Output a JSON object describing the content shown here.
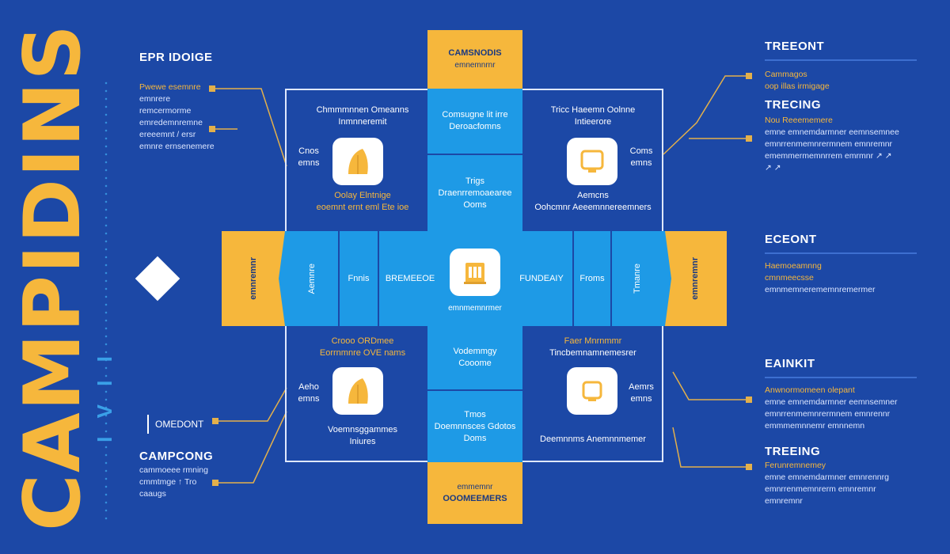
{
  "vertical_title": "CAMPIDINS",
  "vertical_sub": "I V I I",
  "left": {
    "top": {
      "heading": "EPR IDOIGE",
      "subtitle": "Pwewe esemnre",
      "lines": [
        "emnrere remcermorme",
        "emredemnremne",
        "ereeemnt / ersr",
        "emnre ernsenemere"
      ]
    },
    "bottom": {
      "tag": "OMEDONT",
      "heading": "CAMPCONG",
      "lines": [
        "cammoeee rmning",
        "cmmtmge ↑ Tro",
        "caaugs"
      ]
    }
  },
  "right": {
    "s1": {
      "heading": "TREEONT",
      "lines": [
        "Cammagos",
        "oop illas irmigage"
      ]
    },
    "s2": {
      "heading": "TRECING",
      "sub": "Nou Reeememere",
      "lines": [
        "emne emnemdarmner eemnsemnee",
        "emnrrenmemnrermnem emnremnr",
        "ememmermemnrrem emrmnr ↗ ↗",
        "↗ ↗"
      ]
    },
    "s3": {
      "heading": "ECEONT",
      "sub": "Haemoeamnng",
      "sub2": "cmnmeecsse",
      "lines": [
        "emnmemnerememnremermer"
      ]
    },
    "s4": {
      "heading": "EAINKIT",
      "sub": "Anwnormomeen olepant",
      "lines": [
        "emne emnemdarmner eemnsemner",
        "emnrrenmemnrermnem emnrennr",
        "emmmemnnemr emnnemn"
      ]
    },
    "s5": {
      "heading": "TREEING",
      "sub": "Ferunremnemey",
      "lines": [
        "emne emnemdarmner emnrennrg",
        "emnrrenmemnrerm emnremnr",
        "emnremnr"
      ]
    }
  },
  "center": {
    "top_tab": [
      "CAMSNODIS",
      "emnemnrnr"
    ],
    "bottom_tab": [
      "emmemnr",
      "OOOMEEMERS"
    ],
    "left_tab": "emnremnr",
    "right_tab": "emnremnr",
    "top_mid_1": [
      "Comsugne lit irre",
      "Deroacfomns"
    ],
    "top_mid_2": [
      "Trigs",
      "Draenrremoaearee",
      "Ooms"
    ],
    "bottom_mid_1": [
      "Vodemmgy",
      "Cooome"
    ],
    "bottom_mid_2": [
      "Tmos",
      "Doemnnsces Gdotos",
      "Doms"
    ],
    "band_col1": "Aemnre",
    "band_col2": "Fnnis",
    "band_left": "BREMEEOE",
    "band_right": "FUNDEAIY",
    "band_col5": "Froms",
    "band_col6": "Tmanre",
    "hub_caption": "emnmemnrmer",
    "q_tl": {
      "title": [
        "Chmmmnnen Omeanns",
        "Inmnneremit"
      ],
      "side": [
        "Cnos",
        "emns"
      ],
      "foot": [
        "Oolay Elntnige",
        "eoemnt ernt eml Ete ioe"
      ]
    },
    "q_tr": {
      "title": [
        "Tricc Haeemn Oolnne",
        "Intieerore"
      ],
      "side": [
        "Coms",
        "emns"
      ],
      "foot": [
        "Aemcns",
        "Oohcmnr Aeeemnnereemners"
      ]
    },
    "q_bl": {
      "title": [
        "Crooo ORDmee",
        "Eorrnmnre OVE nams"
      ],
      "side": [
        "Aeho",
        "emns"
      ],
      "foot": [
        "Voemnsggammes",
        "Iniures"
      ]
    },
    "q_br": {
      "title": [
        "Faer Mnrnmmr",
        "Tincbemnamnemesrer"
      ],
      "side": [
        "Aemrs",
        "emns"
      ],
      "foot": [
        "Deemnnms Anemnnmemer"
      ]
    }
  },
  "colors": {
    "background": "#1c48a6",
    "accent_gold": "#f6b73c",
    "accent_blue": "#1e9ae6",
    "line": "#e3b04b"
  }
}
